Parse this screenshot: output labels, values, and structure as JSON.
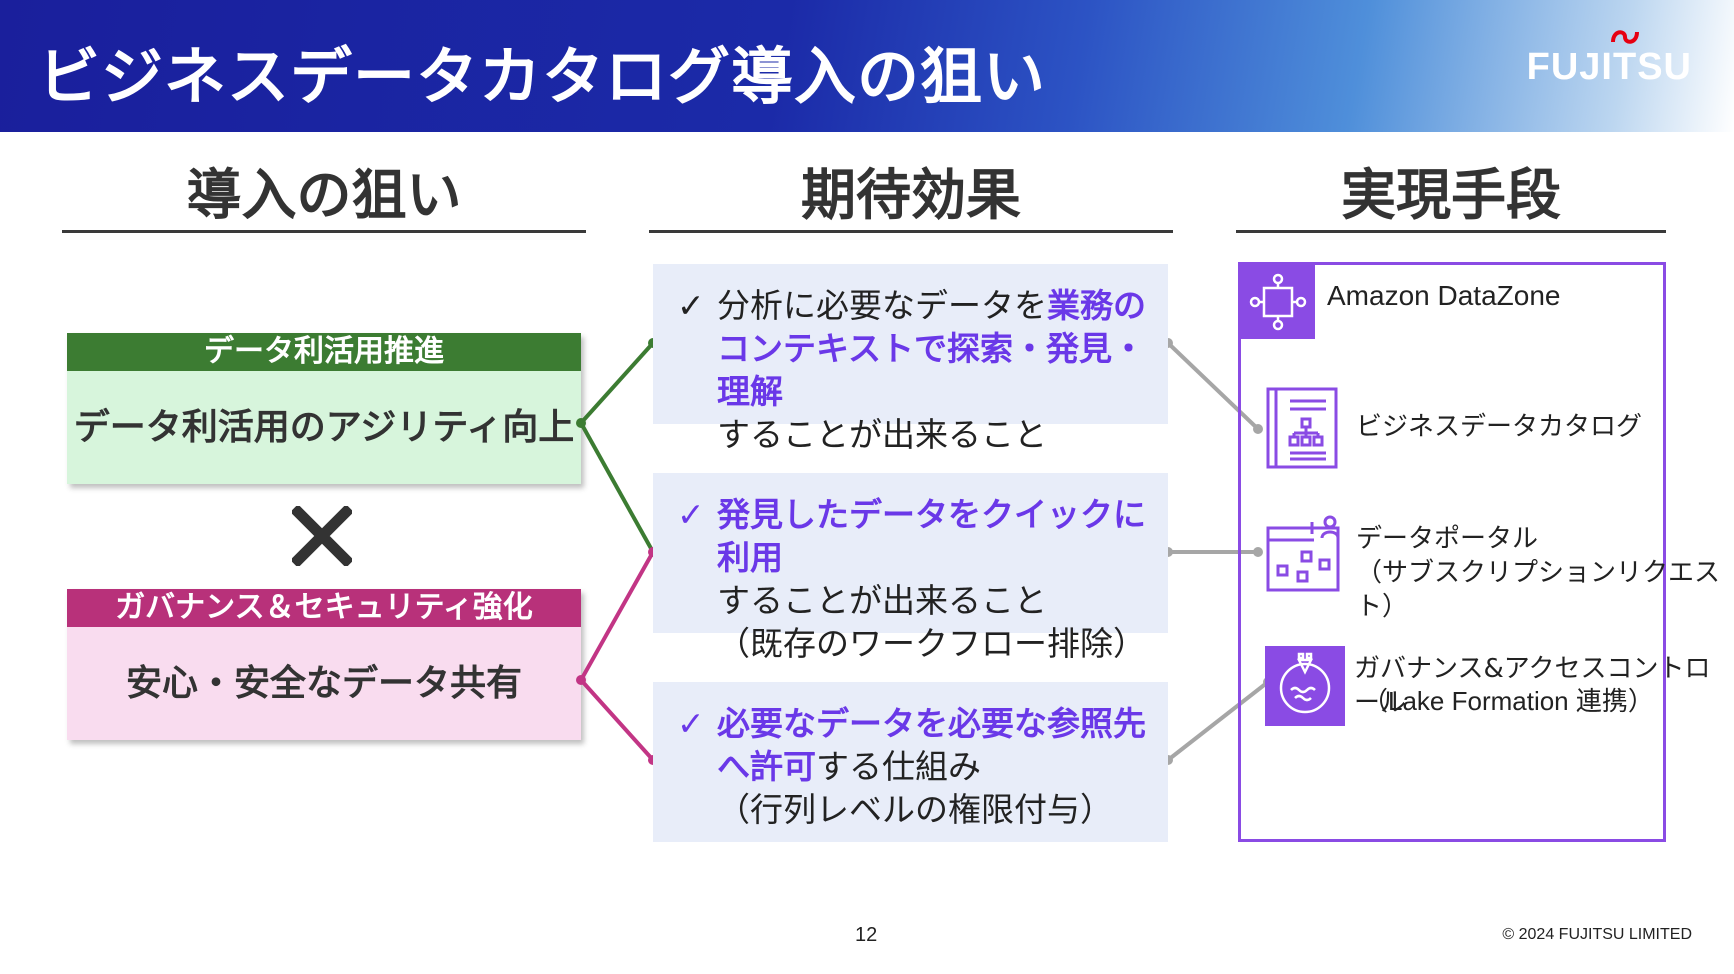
{
  "header": {
    "title": "ビジネスデータカタログ導入の狙い",
    "logo": "FUJITSU"
  },
  "columns": {
    "aim": "導入の狙い",
    "effect": "期待効果",
    "means": "実現手段"
  },
  "left": {
    "box1": {
      "tag": "データ利活用推進",
      "text": "データ利活用のアジリティ向上",
      "tag_color": "#3c7c32",
      "body_color": "#d7f5dc"
    },
    "cross": "×",
    "box2": {
      "tag": "ガバナンス＆セキュリティ強化",
      "text": "安心・安全なデータ共有",
      "tag_color": "#b8317a",
      "body_color": "#f9dcef"
    }
  },
  "effects": [
    {
      "check": "✓",
      "line1_plain": "分析に必要なデータを",
      "line1_hl": "業務の",
      "line2_hl": "コンテキストで探索・発見・理解",
      "line3": "することが出来ること"
    },
    {
      "check": "✓",
      "line1_hl": "発見したデータをクイックに利用",
      "line2": "することが出来ること",
      "line3": "（既存のワークフロー排除）"
    },
    {
      "check": "✓",
      "line1_hl": "必要なデータを必要な参照先",
      "line2_hl": "へ許可",
      "line2_plain": "する仕組み",
      "line3": "（行列レベルの権限付与）"
    }
  ],
  "means": {
    "title": "Amazon DataZone",
    "items": [
      {
        "icon": "catalog-icon",
        "label1": "ビジネスデータカタログ"
      },
      {
        "icon": "portal-icon",
        "label1": "データポータル",
        "label2": "（サブスクリプションリクエスト）"
      },
      {
        "icon": "lake-formation-icon",
        "label1": "ガバナンス&アクセスコントロール",
        "label2": "（Lake Formation 連携）"
      }
    ],
    "accent": "#8a4be4"
  },
  "footer": {
    "page": "12",
    "copyright": "© 2024 FUJITSU LIMITED"
  }
}
